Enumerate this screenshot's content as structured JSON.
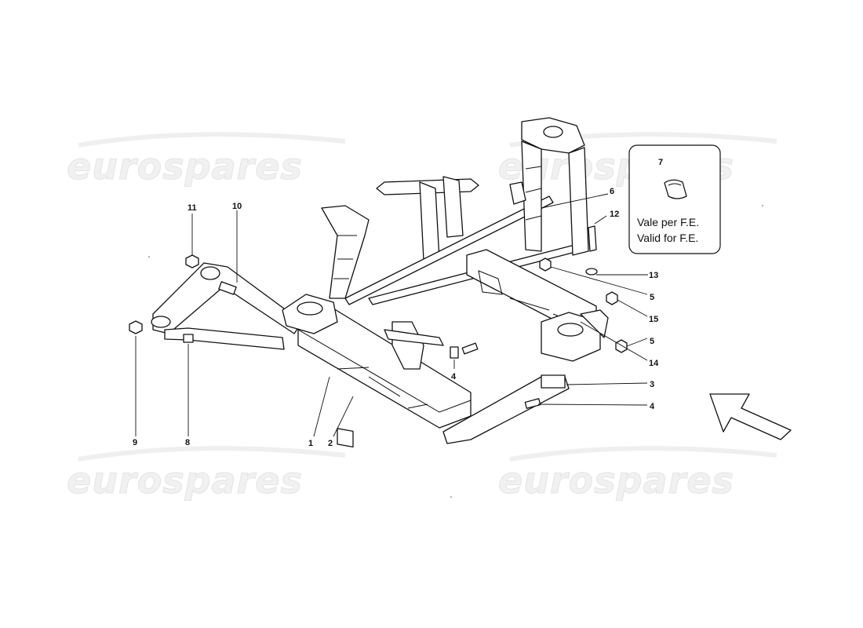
{
  "callouts": {
    "c1": "1",
    "c2": "2",
    "c3": "3",
    "c4a": "4",
    "c4b": "4",
    "c5a": "5",
    "c5b": "5",
    "c6": "6",
    "c7": "7",
    "c8": "8",
    "c9": "9",
    "c10": "10",
    "c11": "11",
    "c12": "12",
    "c13": "13",
    "c14": "14",
    "c15": "15"
  },
  "inset": {
    "line1": "Vale per F.E.",
    "line2": "Valid for F.E."
  },
  "watermark": "eurospares"
}
